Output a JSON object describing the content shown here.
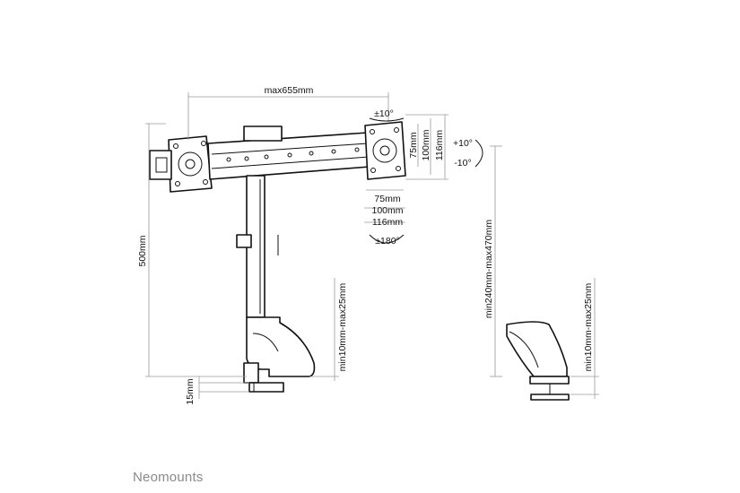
{
  "brand": "Neomounts",
  "dimensions": {
    "max_width": "max655mm",
    "height": "500mm",
    "clamp_range_left": "min10mm-max25mm",
    "base_thickness": "15mm",
    "vesa_1": "75mm",
    "vesa_2": "100mm",
    "vesa_3": "116mm",
    "vesa_b1": "75mm",
    "vesa_b2": "100mm",
    "vesa_b3": "116mm",
    "tilt_up": "+10°",
    "tilt_down": "-10°",
    "swivel": "±10°",
    "rotation": "±180°",
    "desk_range": "min240mm-max470mm",
    "clamp_range_right": "min10mm-max25mm"
  }
}
